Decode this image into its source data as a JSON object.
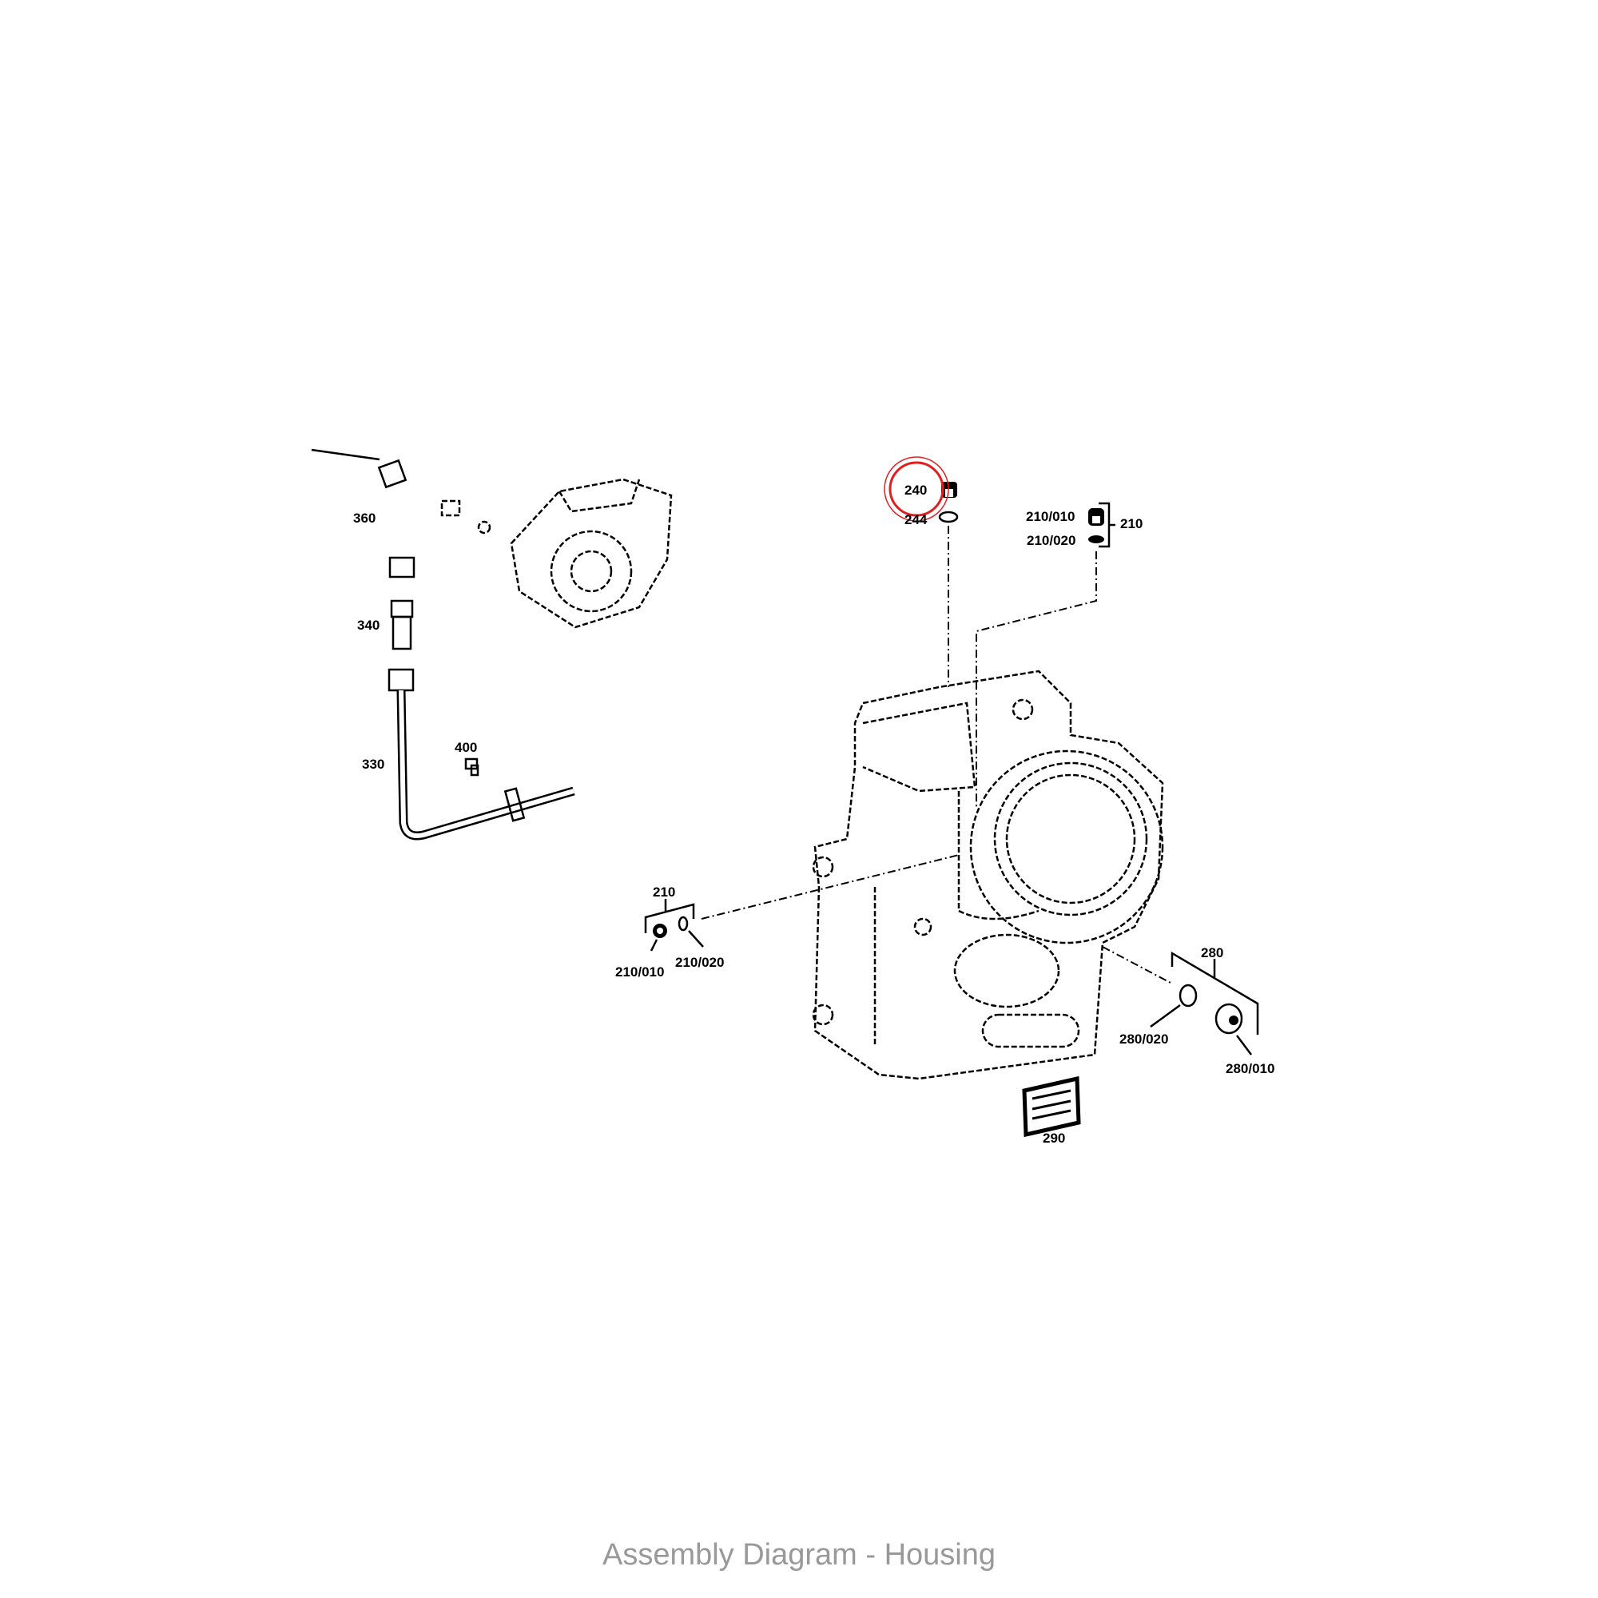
{
  "caption": "Assembly Diagram - Housing",
  "highlight_color": "#e02020",
  "highlighted_part": "240",
  "labels": {
    "p360": "360",
    "p340": "340",
    "p330": "330",
    "p400": "400",
    "p240": "240",
    "p244": "244",
    "p210_top": "210",
    "p210_010_top": "210/010",
    "p210_020_top": "210/020",
    "p210_left": "210",
    "p210_010_left": "210/010",
    "p210_020_left": "210/020",
    "p280": "280",
    "p280_020": "280/020",
    "p280_010": "280/010",
    "p290": "290"
  }
}
